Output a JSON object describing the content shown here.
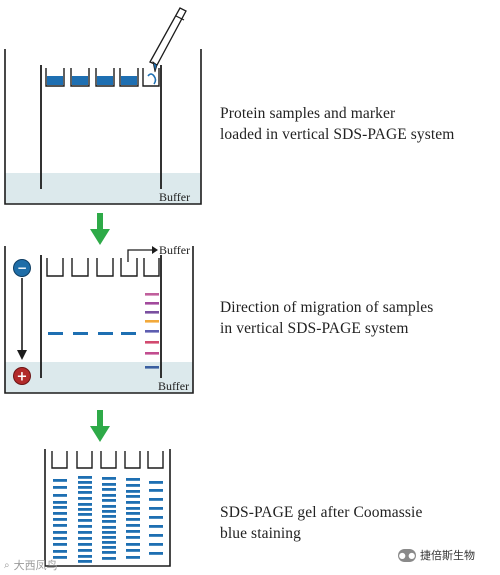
{
  "panels": [
    {
      "id": "loading",
      "caption_lines": [
        "Protein samples and marker",
        "loaded in vertical SDS-PAGE system"
      ],
      "buffer_labels": [
        "Buffer"
      ]
    },
    {
      "id": "migration",
      "caption_lines": [
        "Direction of migration of samples",
        "in vertical SDS-PAGE system"
      ],
      "buffer_labels": [
        "Buffer",
        "Buffer"
      ],
      "electrode_labels": [
        "−",
        "+"
      ]
    },
    {
      "id": "stained",
      "caption_lines": [
        "SDS-PAGE gel after Coomassie",
        "blue staining"
      ]
    }
  ],
  "watermarks": {
    "left": "大西凤鸟",
    "right": "捷倍斯生物"
  },
  "colors": {
    "line": "#1c1c1c",
    "buffer": "#dce9ec",
    "sample_blue": "#1e6fb2",
    "arrow_green": "#2eaa48",
    "neg_electrode": "#1f6ea8",
    "pos_electrode": "#b22a2a",
    "marker_bands": [
      "#c05f9c",
      "#a24a9c",
      "#7a4fa0",
      "#f2a93b",
      "#5d5db0",
      "#d24a6f",
      "#c24d8f",
      "#3a5fa0"
    ]
  }
}
